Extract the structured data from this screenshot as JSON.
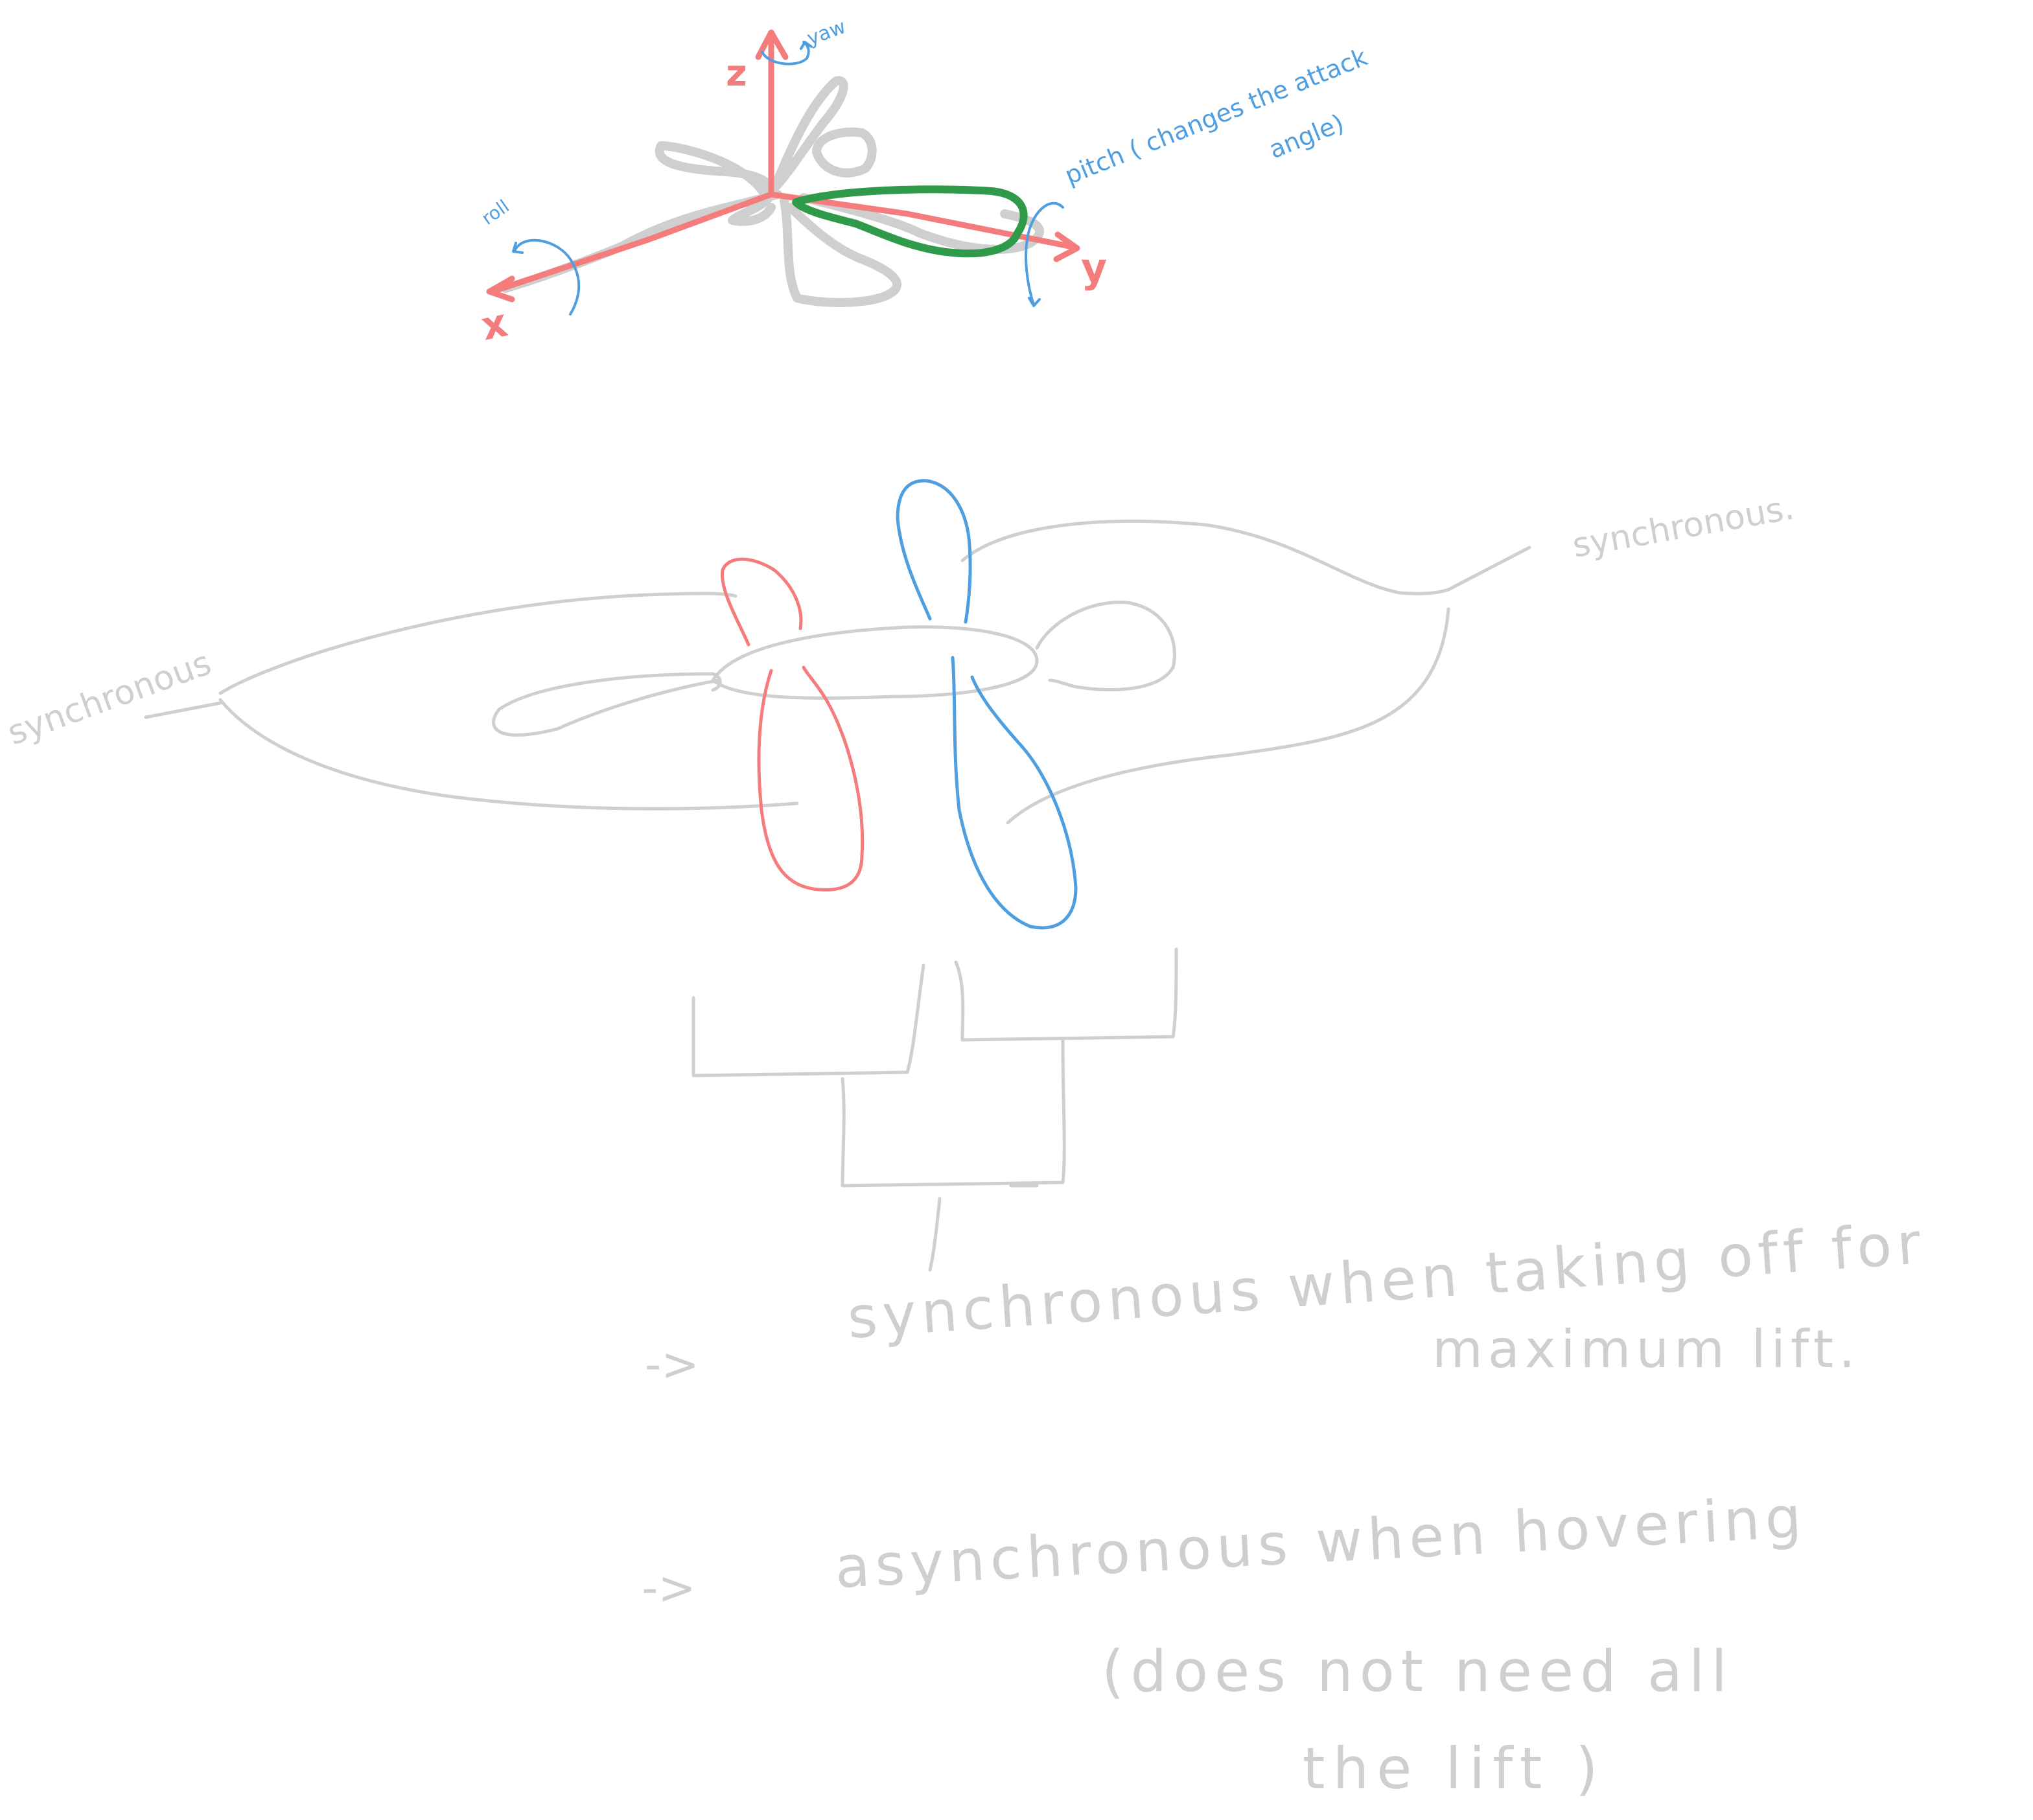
{
  "colors": {
    "gray": "#cfcfcf",
    "red": "#f47c7c",
    "blue": "#4f9ee0",
    "green": "#2f9a4a"
  },
  "axes_diagram": {
    "z_label": "z",
    "yaw_label": "yaw",
    "x_label": "x",
    "y_label": "y",
    "roll_label": "roll",
    "pitch_label_line1": "pitch ( changes the attack",
    "pitch_label_line2": "angle)"
  },
  "wing_diagram": {
    "left_label": "synchronous",
    "right_label": "synchronous."
  },
  "notes": {
    "arrow": "->",
    "note1_line1": "synchronous when taking off for",
    "note1_line2": "maximum lift.",
    "note2_line1": "asynchronous when hovering",
    "note2_line2": "(does not need all",
    "note2_line3": "the lift )"
  }
}
